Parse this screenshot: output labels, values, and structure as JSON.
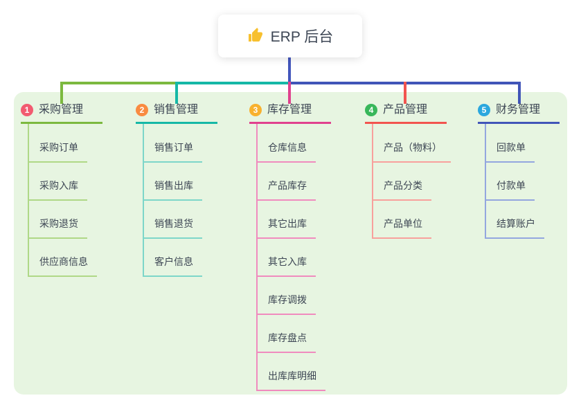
{
  "root": {
    "label": "ERP 后台",
    "icon": "thumbs-up-icon",
    "icon_color": "#F7C02F"
  },
  "branches": [
    {
      "badge": "1",
      "label": "采购管理",
      "badge_color": "#F25B70",
      "line_color": "#7CB93F",
      "sub_line_color": "#AFD886",
      "children": [
        "采购订单",
        "采购入库",
        "采购退货",
        "供应商信息"
      ]
    },
    {
      "badge": "2",
      "label": "销售管理",
      "badge_color": "#F98B41",
      "line_color": "#16B8A6",
      "sub_line_color": "#7DD6C9",
      "children": [
        "销售订单",
        "销售出库",
        "销售退货",
        "客户信息"
      ]
    },
    {
      "badge": "3",
      "label": "库存管理",
      "badge_color": "#F8B12E",
      "line_color": "#E0418E",
      "sub_line_color": "#F08BBE",
      "children": [
        "仓库信息",
        "产品库存",
        "其它出库",
        "其它入库",
        "库存调拨",
        "库存盘点",
        "出库库明细"
      ]
    },
    {
      "badge": "4",
      "label": "产品管理",
      "badge_color": "#38B75A",
      "line_color": "#F2544F",
      "sub_line_color": "#F8A09C",
      "children": [
        "产品（物料）",
        "产品分类",
        "产品单位"
      ]
    },
    {
      "badge": "5",
      "label": "财务管理",
      "badge_color": "#2BA7DE",
      "line_color": "#4155B8",
      "sub_line_color": "#93A6DF",
      "children": [
        "回款单",
        "付款单",
        "结算账户"
      ]
    }
  ],
  "colors": {
    "root_connector": "#4356BC",
    "panel_bg": "#E7F5E1",
    "text": "#3D4654"
  }
}
